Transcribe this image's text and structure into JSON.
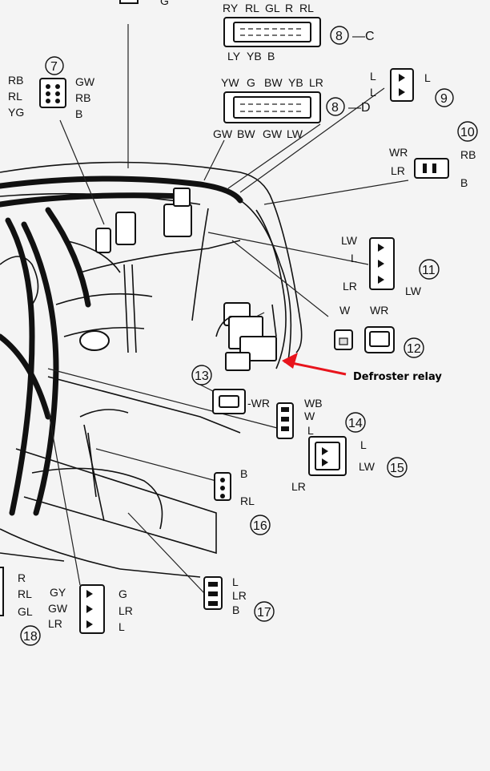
{
  "connectors": {
    "c7": {
      "num": "7",
      "left": [
        "RB",
        "RL",
        "YG"
      ],
      "right": [
        "GW",
        "RB",
        "B"
      ]
    },
    "c8c": {
      "num": "8",
      "suffix": "—C",
      "top": [
        "RY",
        "RL",
        "GL",
        "R",
        "RL"
      ],
      "bottom": [
        "LY",
        "YB",
        "B"
      ]
    },
    "c8d": {
      "num": "8",
      "suffix": "—D",
      "top": [
        "YW",
        "G",
        "BW",
        "YB",
        "LR"
      ],
      "bottom": [
        "GW",
        "BW",
        "GW",
        "LW"
      ]
    },
    "c9": {
      "num": "9",
      "left": [
        "L",
        "L"
      ],
      "right": [
        "L"
      ]
    },
    "c10": {
      "num": "10",
      "left": [
        "WR",
        "LR"
      ],
      "right": [
        "RB",
        "B"
      ]
    },
    "c11": {
      "num": "11",
      "left": [
        "LW",
        "L",
        "LR"
      ],
      "right": [
        "LW"
      ]
    },
    "c12": {
      "num": "12",
      "labels": [
        "W",
        "WR"
      ]
    },
    "c13": {
      "num": "13",
      "label": "-WR"
    },
    "c14": {
      "num": "14",
      "labels": [
        "WB",
        "W",
        "L"
      ]
    },
    "c15": {
      "num": "15",
      "right": [
        "L",
        "LW"
      ],
      "bottom": [
        "LR"
      ]
    },
    "c16": {
      "num": "16",
      "labels": [
        "B",
        "RL"
      ]
    },
    "c17": {
      "num": "17",
      "labels": [
        "L",
        "LR",
        "B"
      ]
    },
    "c18": {
      "num": "18",
      "left": [
        "GY",
        "GW",
        "LR"
      ],
      "right": [
        "G",
        "LR",
        "L"
      ],
      "edge": [
        "R",
        "RL",
        "GL"
      ]
    },
    "top_partial": "G"
  },
  "annotation": {
    "text": "Defroster relay",
    "color": "#e8141c"
  }
}
